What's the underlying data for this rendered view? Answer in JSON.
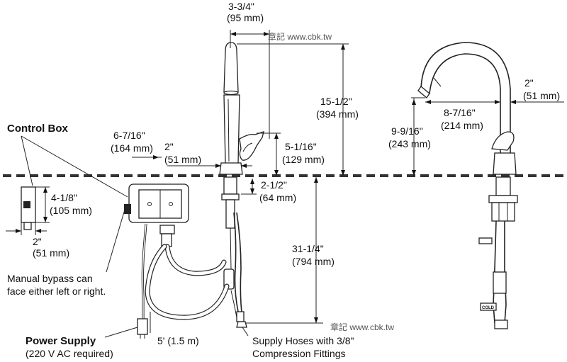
{
  "labels": {
    "top_dim_frac": "3-3/4\"",
    "top_dim_mm": "(95 mm)",
    "spout_h_frac": "15-1/2\"",
    "spout_h_mm": "(394 mm)",
    "handle_h_frac": "5-1/16\"",
    "handle_h_mm": "(129 mm)",
    "base_w_frac": "2\"",
    "base_w_mm": "(51 mm)",
    "cb_dist_frac": "6-7/16\"",
    "cb_dist_mm": "(164 mm)",
    "shank_frac": "2-1/2\"",
    "shank_mm": "(64 mm)",
    "below_frac": "31-1/4\"",
    "below_mm": "(794 mm)",
    "control_box": "Control Box",
    "cb_h_frac": "4-1/8\"",
    "cb_h_mm": "(105 mm)",
    "cb_w_frac": "2\"",
    "cb_w_mm": "(51 mm)",
    "bypass_line1": "Manual bypass can",
    "bypass_line2": "face either left or right.",
    "power_title": "Power Supply",
    "power_sub": "(220 V AC required)",
    "cable_len": "5' (1.5 m)",
    "hoses_line1": "Supply Hoses with 3/8\"",
    "hoses_line2": "Compression Fittings",
    "side_top_frac": "2\"",
    "side_top_mm": "(51 mm)",
    "reach_frac": "8-7/16\"",
    "reach_mm": "(214 mm)",
    "clear_frac": "9-9/16\"",
    "clear_mm": "(243 mm)",
    "cold": "COLD",
    "watermark_top": "章記 www.cbk.tw",
    "watermark_bottom": "章記 www.cbk.tw"
  }
}
